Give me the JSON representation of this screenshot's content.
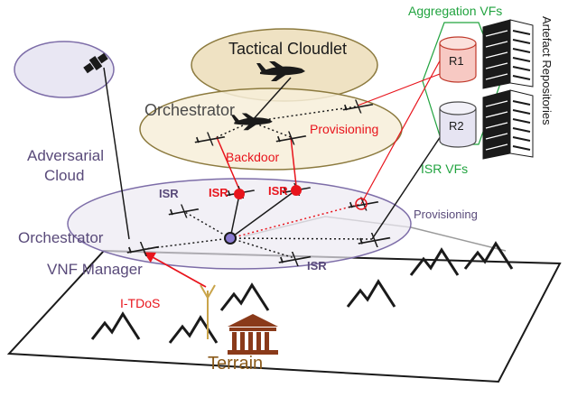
{
  "labels": {
    "tactical_cloudlet": "Tactical Cloudlet",
    "orchestrator_top": "Orchestrator",
    "provisioning_top": "Provisioning",
    "backdoor": "Backdoor",
    "adversarial_line1": "Adversarial",
    "adversarial_line2": "Cloud",
    "isr_left": "ISR",
    "isr_red_1": "ISR",
    "isr_red_2": "ISR",
    "isr_bottom": "ISR",
    "provisioning_right": "Provisioning",
    "orchestrator_bottom": "Orchestrator",
    "vnf_manager": "VNF Manager",
    "itdos": "I-TDoS",
    "terrain": "Terrain",
    "aggregation_vfs": "Aggregation VFs",
    "isr_vfs": "ISR VFs",
    "r1": "R1",
    "r2": "R2",
    "artefact_repositories": "Artefact Repositories"
  },
  "icons": [
    "satellite-icon",
    "aircraft-icon",
    "drone-icon",
    "database-icon",
    "server-rack-icon",
    "building-icon",
    "antenna-icon",
    "mountain-icon"
  ],
  "colors": {
    "attack": "#e8141c",
    "vf_green": "#21a33f",
    "text_purple": "#594a7a",
    "cloudlet_fill": "#efe2c3",
    "orchestrator_fill": "#f7efd9",
    "edge_fill": "#eceaf2",
    "ellipse_stroke": "#7d6da8"
  }
}
